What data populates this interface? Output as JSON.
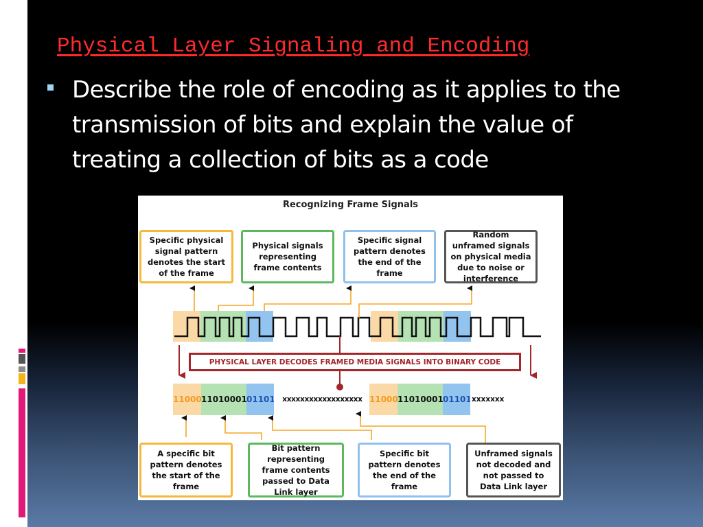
{
  "slide": {
    "title": "Physical Layer Signaling and Encoding",
    "bullet": "Describe the role of encoding as it applies to the transmission of bits and explain the value of treating a collection of bits as a code"
  },
  "figure": {
    "title": "Recognizing Frame Signals",
    "top_boxes": [
      {
        "text": "Specific physical signal pattern denotes the start of the frame",
        "color": "#f5b73c"
      },
      {
        "text": "Physical signals representing frame contents",
        "color": "#5bb85c"
      },
      {
        "text": "Specific signal pattern denotes the end of the frame",
        "color": "#8fc1ec"
      },
      {
        "text": "Random unframed signals on physical media due to noise or interference",
        "color": "#555555"
      }
    ],
    "decode_label": "PHYSICAL LAYER DECODES FRAMED MEDIA SIGNALS INTO BINARY CODE",
    "binary": {
      "frame1_start": "11000",
      "frame1_data": "11010001",
      "frame1_end": "01101",
      "noise1": "xxxxxxxxxxxxxxxxxx",
      "frame2_start": "11000",
      "frame2_data": "11010001",
      "frame2_end": "01101",
      "noise2": "xxxxxxx"
    },
    "bottom_boxes": [
      {
        "text": "A specific bit pattern denotes the start of the frame",
        "color": "#f5b73c"
      },
      {
        "text": "Bit pattern representing frame contents passed to Data Link layer",
        "color": "#5bb85c"
      },
      {
        "text": "Specific bit pattern denotes the end of the frame",
        "color": "#8fc1ec"
      },
      {
        "text": "Unframed signals not decoded and not passed to Data Link layer",
        "color": "#555555"
      }
    ],
    "colors": {
      "start": "#fbd9a6",
      "data": "#b5e2b2",
      "end": "#92c4ef",
      "decode": "#a3262a",
      "arrow": "#f5a623"
    }
  }
}
